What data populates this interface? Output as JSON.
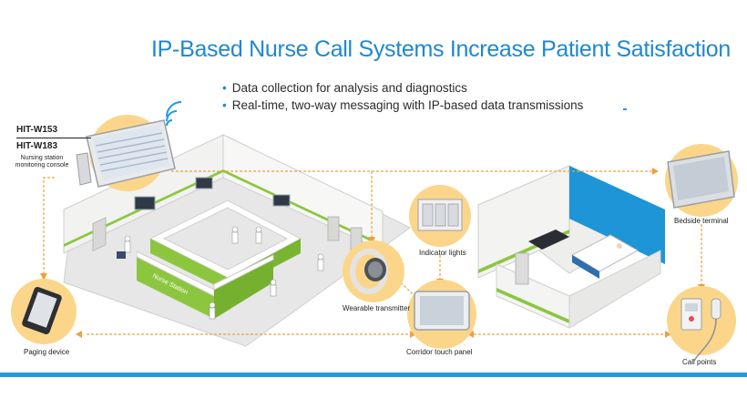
{
  "title": "IP-Based Nurse Call Systems Increase Patient Satisfaction",
  "bullets": [
    "Data collection for analysis and diagnostics",
    "Real-time, two-way messaging with IP-based data transmissions"
  ],
  "console": {
    "model_1": "HIT-W153",
    "model_2": "HIT-W183",
    "caption_line1": "Nursing station",
    "caption_line2": "monitoring console"
  },
  "labels": {
    "paging_device": "Paging device",
    "wearable_transmitter": "Wearable transmitter",
    "indicator_lights": "Indicator lights",
    "corridor_touch_panel": "Corridor touch panel",
    "bedside_terminal": "Bedside terminal",
    "call_points": "Call points"
  },
  "nurse_station_sign": "Nurse Station",
  "colors": {
    "title": "#1e88d0",
    "accent_blue": "#1e9be0",
    "connector_orange": "#f0a040",
    "device_circle": "#fbd68a",
    "green_trim": "#8cc63f"
  }
}
